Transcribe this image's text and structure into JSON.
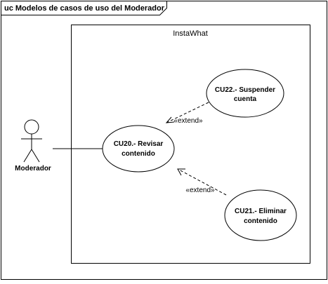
{
  "diagram": {
    "frame_title": "uc Modelos de casos de uso del Moderador",
    "system_name": "InstaWhat",
    "actor": {
      "name": "Moderador"
    },
    "use_cases": {
      "cu20": {
        "line1": "CU20.- Revisar",
        "line2": "contenido"
      },
      "cu22": {
        "line1": "CU22.- Suspender",
        "line2": "cuenta"
      },
      "cu21": {
        "line1": "CU21.- Eliminar",
        "line2": "contenido"
      }
    },
    "relations": {
      "extend_cu22": "«extend»",
      "extend_cu21": "«extend»"
    },
    "colors": {
      "line": "#000000",
      "background": "#ffffff"
    }
  }
}
